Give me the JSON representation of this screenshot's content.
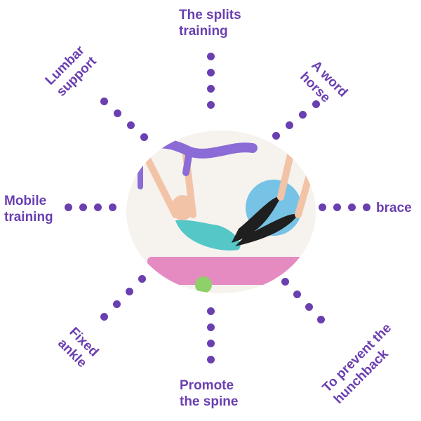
{
  "labels": {
    "splits": [
      "The splits",
      "training"
    ],
    "word_horse": [
      "A word",
      "horse"
    ],
    "lumbar": [
      "Lumbar",
      "support"
    ],
    "mobile": [
      "Mobile",
      "training"
    ],
    "brace": [
      "brace"
    ],
    "fixed": [
      "Fixed",
      "ankle"
    ],
    "spine": [
      "Promote",
      "the spine"
    ],
    "hunchback": [
      "To prevent the",
      "hunchback"
    ]
  },
  "colors": {
    "accent": "#6a3fb0",
    "strap": "#8b6bd6",
    "mat": "#e58bc2",
    "ball": "#8fd06b",
    "shirt": "#55c7c6",
    "pants": "#1f1f1f",
    "skin": "#f2c3a6",
    "bg_ball": "#77c3e6"
  },
  "icons": {
    "dot": "dot-icon"
  }
}
